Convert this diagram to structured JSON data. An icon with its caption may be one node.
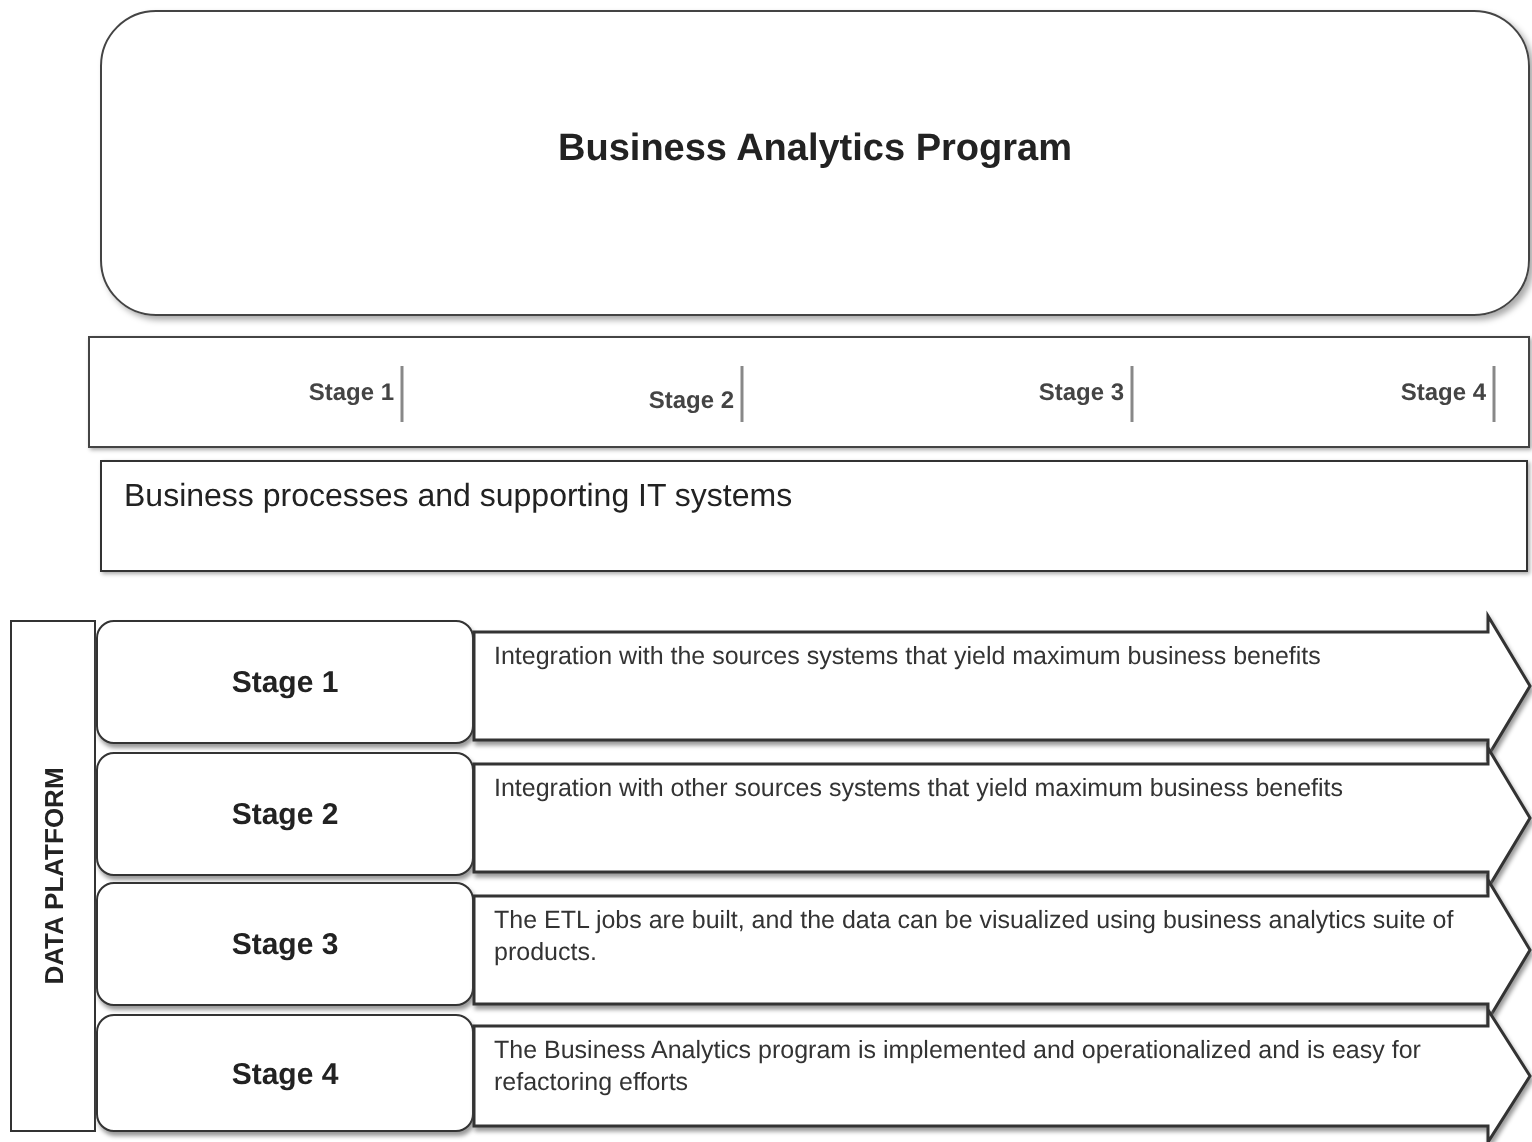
{
  "diagram": {
    "nodes": [
      {
        "text": [
          "Business Analytics Program"
        ]
      },
      {
        "text": [
          "Stage 1",
          "Stage 2",
          "Stage 3",
          "Stage 4"
        ]
      },
      {
        "text": [
          "Business processes and supporting IT systems"
        ]
      },
      {
        "text": [
          "DATA PLATFORM"
        ]
      },
      {
        "text": [
          "Stage 1"
        ]
      },
      {
        "text": [
          "Integration with the sources systems that yield maximum business benefits"
        ]
      },
      {
        "text": [
          "Stage 2"
        ]
      },
      {
        "text": [
          "Integration with other sources systems that yield maximum business benefits"
        ]
      },
      {
        "text": [
          "Stage 3"
        ]
      },
      {
        "text": [
          "The ETL jobs are built, and the data can be visualized using business analytics suite of products."
        ]
      },
      {
        "text": [
          "Stage 4"
        ]
      },
      {
        "text": [
          "The Business Analytics program is implemented and operationalized and is easy for refactoring efforts"
        ]
      }
    ]
  }
}
